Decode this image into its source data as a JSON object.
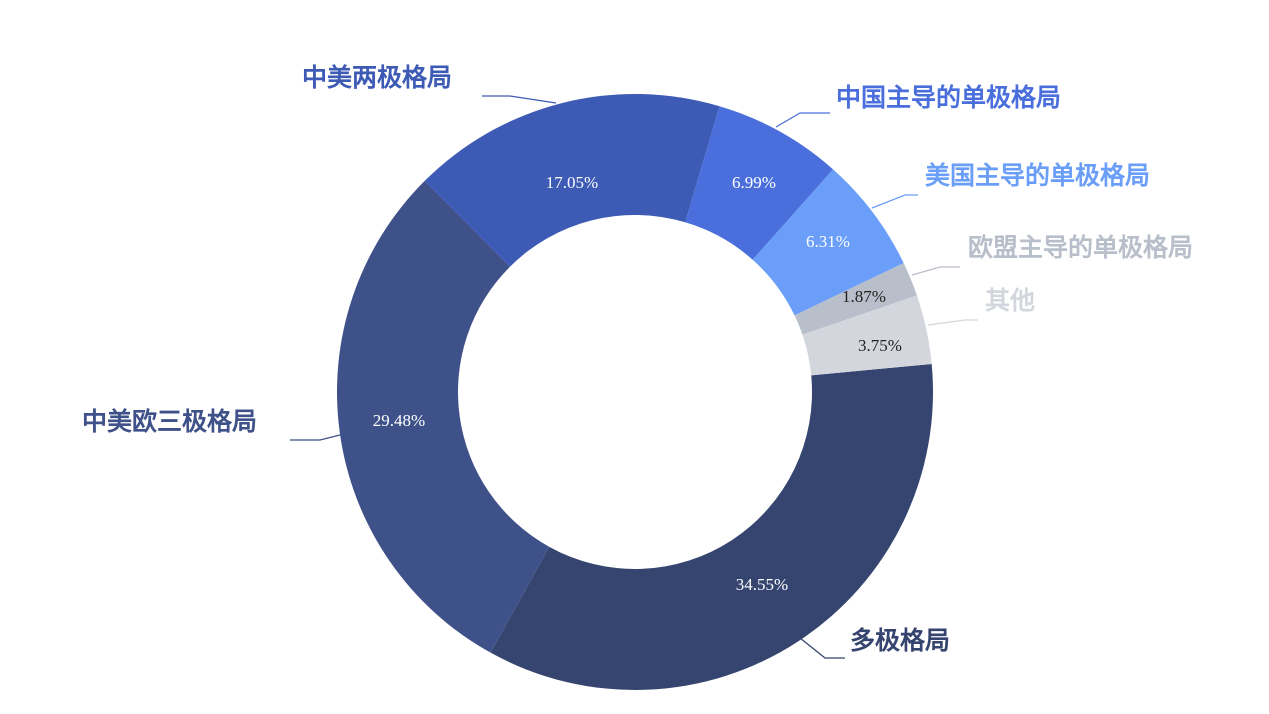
{
  "chart_data": {
    "type": "pie",
    "subtype": "donut",
    "title": "",
    "slices": [
      {
        "label": "多极格局",
        "value": 34.55,
        "value_label": "34.55%",
        "color": "#36456f",
        "text_color": "#ffffff"
      },
      {
        "label": "中美欧三极格局",
        "value": 29.48,
        "value_label": "29.48%",
        "color": "#3f5189",
        "text_color": "#ffffff"
      },
      {
        "label": "中美两极格局",
        "value": 17.05,
        "value_label": "17.05%",
        "color": "#3d5ab5",
        "text_color": "#ffffff"
      },
      {
        "label": "中国主导的单极格局",
        "value": 6.99,
        "value_label": "6.99%",
        "color": "#4a6fdc",
        "text_color": "#ffffff"
      },
      {
        "label": "美国主导的单极格局",
        "value": 6.31,
        "value_label": "6.31%",
        "color": "#6a9ef8",
        "text_color": "#ffffff"
      },
      {
        "label": "欧盟主导的单极格局",
        "value": 1.87,
        "value_label": "1.87%",
        "color": "#b8bfca",
        "text_color": "#222222"
      },
      {
        "label": "其他",
        "value": 3.75,
        "value_label": "3.75%",
        "color": "#d3d7dd",
        "text_color": "#222222"
      }
    ],
    "unit": "%",
    "legend": "none"
  }
}
